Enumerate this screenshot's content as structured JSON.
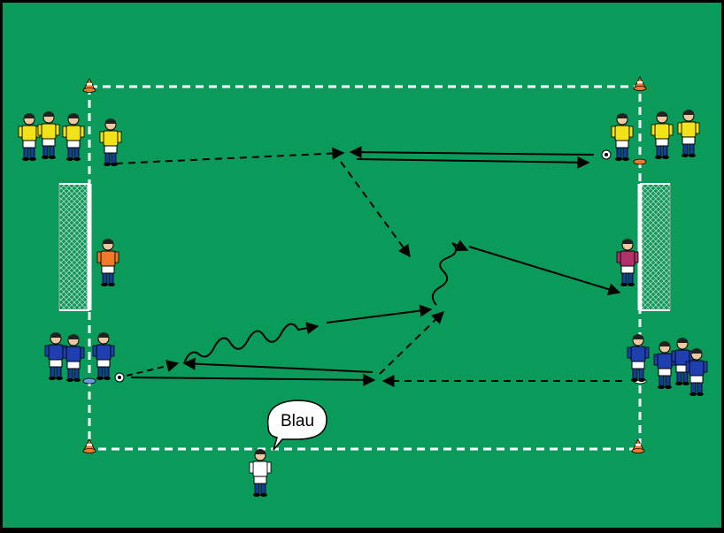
{
  "field": {
    "background": "#0a9a5a",
    "line_color": "#ffffff"
  },
  "teams": {
    "yellow": {
      "shirt": "#f2e21a",
      "shorts": "#ffffff",
      "socks": "#1a3a9a"
    },
    "blue": {
      "shirt": "#1f3fb0",
      "shorts": "#ffffff",
      "socks": "#1a3a9a"
    },
    "keeper_left": {
      "shirt": "#f07a2a"
    },
    "keeper_right": {
      "shirt": "#b0306a"
    }
  },
  "coach": {
    "speech_label": "Blau"
  },
  "legend": {
    "pass": "dashed-arrow",
    "run": "solid-arrow",
    "dribble": "wavy-arrow"
  },
  "icons": [
    "cone-icon",
    "ball-icon",
    "goal-icon",
    "player-icon"
  ]
}
